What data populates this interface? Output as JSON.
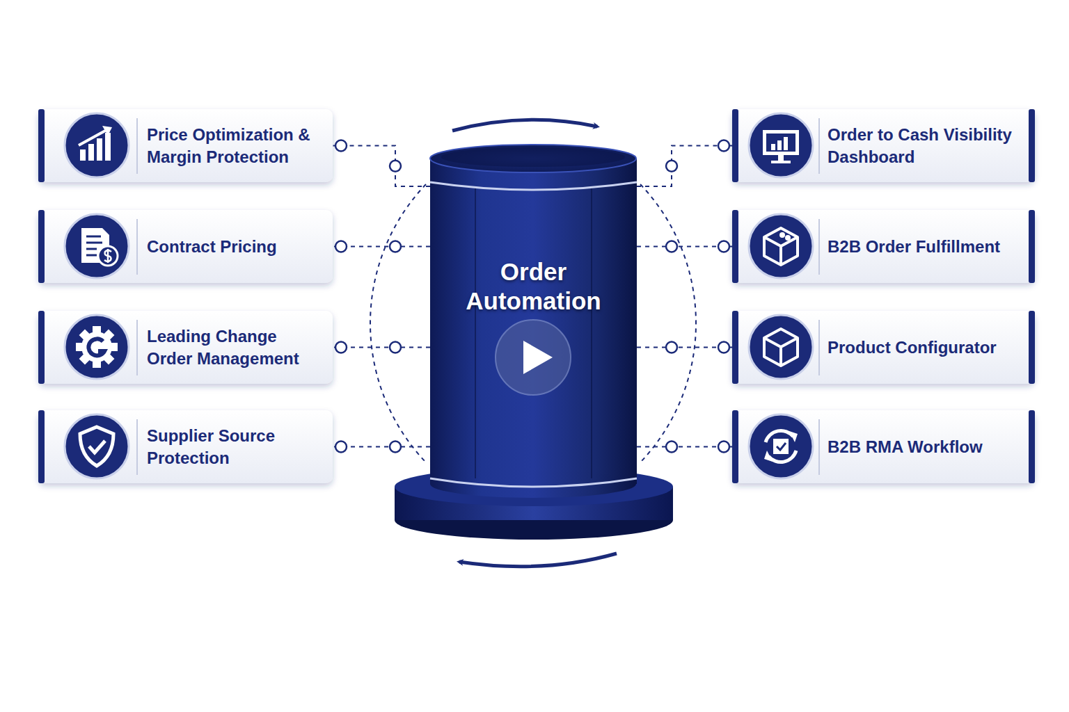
{
  "diagram": {
    "nodes": [
      {
        "text": [
          "Order Automation"
        ]
      },
      {
        "text": [
          "Price Optimization & Margin Protection"
        ]
      },
      {
        "text": [
          "Contract Pricing"
        ]
      },
      {
        "text": [
          "Leading Change Order Management"
        ]
      },
      {
        "text": [
          "Supplier Source Protection"
        ]
      },
      {
        "text": [
          "Order to Cash Visibility Dashboard"
        ]
      },
      {
        "text": [
          "B2B Order Fulfillment"
        ]
      },
      {
        "text": [
          "Product Configurator"
        ]
      },
      {
        "text": [
          "B2B RMA Workflow"
        ]
      }
    ],
    "edges": [
      {
        "from": 0,
        "to": 1,
        "arrow": "none"
      },
      {
        "from": 0,
        "to": 2,
        "arrow": "none"
      },
      {
        "from": 0,
        "to": 3,
        "arrow": "none"
      },
      {
        "from": 0,
        "to": 4,
        "arrow": "none"
      },
      {
        "from": 0,
        "to": 5,
        "arrow": "none"
      },
      {
        "from": 0,
        "to": 6,
        "arrow": "none"
      },
      {
        "from": 0,
        "to": 7,
        "arrow": "none"
      },
      {
        "from": 0,
        "to": 8,
        "arrow": "none"
      }
    ]
  }
}
